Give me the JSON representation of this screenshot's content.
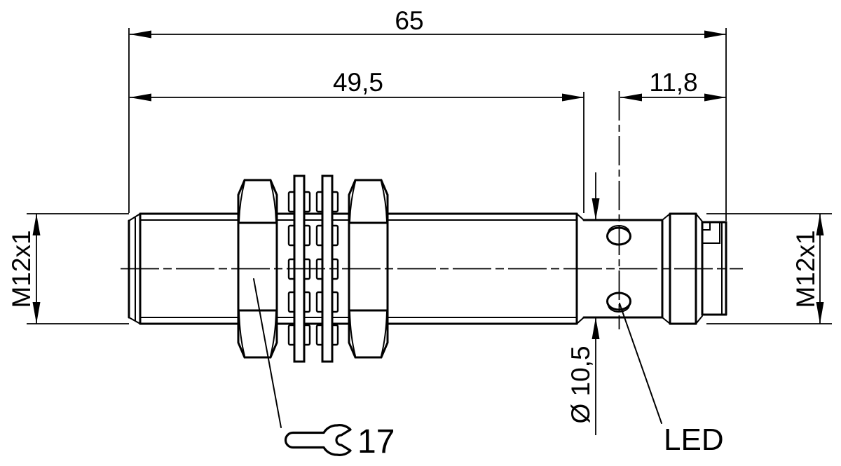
{
  "drawing": {
    "type": "technical-dimension-drawing",
    "subject": "M12 cylindrical sensor side view",
    "background_color": "#ffffff",
    "line_color": "#000000",
    "dimensions": {
      "overall_length": "65",
      "housing_length": "49,5",
      "connector_length": "11,8",
      "thread_left": "M12x1",
      "thread_right": "M12x1",
      "sleeve_diameter": "Ø 10,5",
      "wrench_size": "17"
    },
    "labels": {
      "led": "LED"
    },
    "icons": {
      "wrench": "open-end-wrench-icon"
    }
  }
}
